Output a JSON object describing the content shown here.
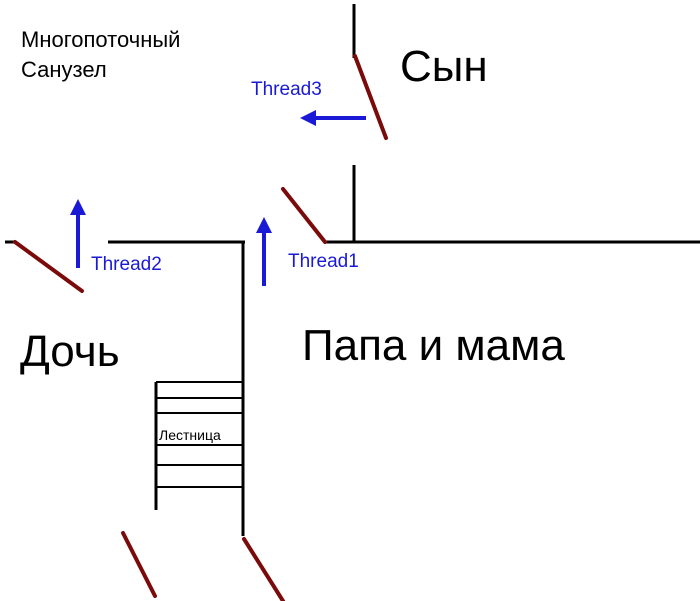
{
  "rooms": {
    "bathroom": "Многопоточный Санузел",
    "son": "Сын",
    "daughter": "Дочь",
    "parents": "Папа и мама"
  },
  "stairs": {
    "label": "Лестница"
  },
  "threads": {
    "thread1": "Thread1",
    "thread2": "Thread2",
    "thread3": "Thread3"
  },
  "colors": {
    "wall": "#000000",
    "door": "#7b0a0a",
    "thread": "#1a1ad6",
    "text": "#000000"
  },
  "icons": {
    "thread1_arrow": "arrow-up-icon",
    "thread2_arrow": "arrow-up-icon",
    "thread3_arrow": "arrow-left-icon"
  }
}
